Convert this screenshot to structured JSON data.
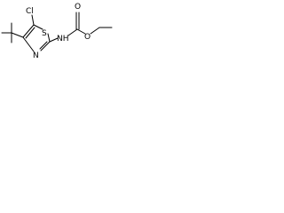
{
  "molecule": {
    "atoms": {
      "cl": "Cl",
      "s": "S",
      "n_ring": "N",
      "nh": "NH",
      "o_carbonyl": "O",
      "o_ester": "O"
    }
  }
}
